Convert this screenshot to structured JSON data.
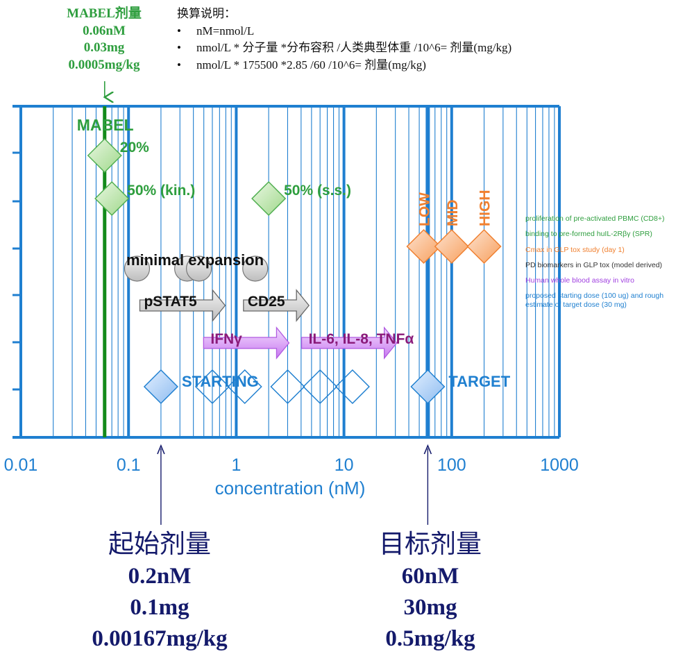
{
  "mabel_annotation": {
    "title": "MABEL剂量",
    "lines": [
      "0.06nM",
      "0.03mg",
      "0.0005mg/kg"
    ]
  },
  "conversion_note": {
    "title": "换算说明：",
    "items": [
      "nM=nmol/L",
      "nmol/L * 分子量 *分布容积 /人类典型体重 /10^6= 剂量(mg/kg)",
      "nmol/L * 175500 *2.85  /60 /10^6= 剂量(mg/kg)"
    ]
  },
  "starting_dose": {
    "title": "起始剂量",
    "lines": [
      "0.2nM",
      "0.1mg",
      "0.00167mg/kg"
    ]
  },
  "target_dose": {
    "title": "目标剂量",
    "lines": [
      "60nM",
      "30mg",
      "0.5mg/kg"
    ]
  },
  "legend": [
    {
      "text": "proliferation of pre-activated PBMC (CD8+)",
      "color": "#2e9e3e"
    },
    {
      "text": "binding to pre-formed huIL-2Rβγ  (SPR)",
      "color": "#2e9e3e"
    },
    {
      "text": "Cmax in GLP tox study (day 1)",
      "color": "#f08030"
    },
    {
      "text": "PD biomarkers in GLP tox (model derived)",
      "color": "#333333"
    },
    {
      "text": "Human whole blood assay in vitro",
      "color": "#a040e0"
    },
    {
      "text": "proposed starting dose (100 ug) and rough estimate of target dose (30 mg)",
      "color": "#2080d0"
    }
  ],
  "chart_data": {
    "type": "scatter",
    "xlabel": "concentration (nM)",
    "xscale": "log",
    "xlim": [
      0.01,
      1000
    ],
    "xticks": [
      "0.01",
      "0.1",
      "1",
      "10",
      "100",
      "1000"
    ],
    "colors": {
      "grid": "#1f7fd0",
      "mabel": "#138a1a",
      "green": "#2e9e3e",
      "orange": "#f08030",
      "purple": "#8a1a7a",
      "blue": "#2080d0",
      "navy": "#141a6b"
    },
    "lines": [
      {
        "name": "MABEL",
        "x": 0.06
      },
      {
        "name": "STARTING",
        "x": 0.2
      },
      {
        "name": "TARGET",
        "x": 60
      }
    ],
    "green_diamonds": [
      {
        "x": 0.06,
        "label": "20%"
      },
      {
        "x": 0.07,
        "label": "50% (kin.)"
      },
      {
        "x": 2,
        "label": "50% (s.s.)"
      }
    ],
    "orange_diamonds": [
      {
        "x": 55,
        "label": "LOW"
      },
      {
        "x": 100,
        "label": "MID"
      },
      {
        "x": 200,
        "label": "HIGH"
      }
    ],
    "gray_circles": {
      "x": [
        0.12,
        0.35,
        0.45,
        1.5
      ],
      "label": "minimal expansion"
    },
    "gray_arrows": [
      {
        "x_start": 0.12,
        "x_end": 1,
        "label": "pSTAT5"
      },
      {
        "x_start": 1.1,
        "x_end": 6,
        "label": "CD25"
      }
    ],
    "purple_arrows": [
      {
        "x_start": 0.8,
        "x_end": 3,
        "label": "IFNγ"
      },
      {
        "x_start": 6.5,
        "x_end": 30,
        "label": "IL-6, IL-8, TNFα"
      }
    ],
    "blue_diamonds_filled": [
      {
        "x": 0.2,
        "label": "STARTING"
      },
      {
        "x": 60,
        "label": "TARGET"
      }
    ],
    "blue_diamonds_open": [
      {
        "x": 0.6
      },
      {
        "x": 1.2
      },
      {
        "x": 3
      },
      {
        "x": 6
      },
      {
        "x": 12
      }
    ],
    "mabel_label": "MABEL"
  }
}
